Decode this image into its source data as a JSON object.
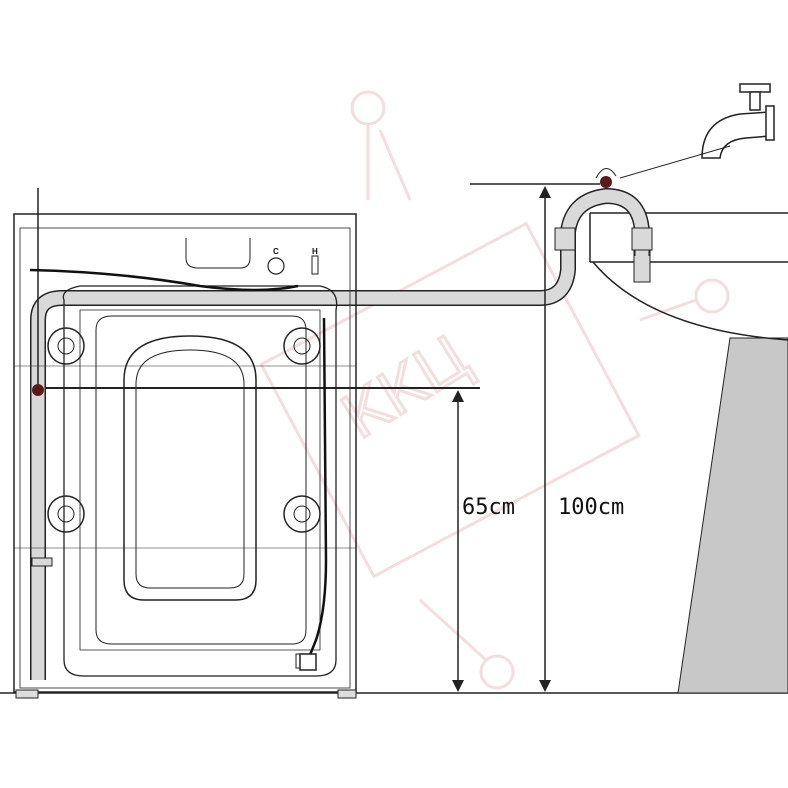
{
  "diagram": {
    "labels": {
      "height_low": "65cm",
      "height_high": "100cm",
      "cold_mark": "C",
      "hot_mark": "H"
    },
    "watermark": {
      "text": "KKЦ",
      "color": "#e8c4c4"
    },
    "colors": {
      "line": "#222222",
      "hose": "#d9d9d9",
      "basin_shade": "#c8c8c8",
      "clip": "#5a1a1a"
    }
  }
}
